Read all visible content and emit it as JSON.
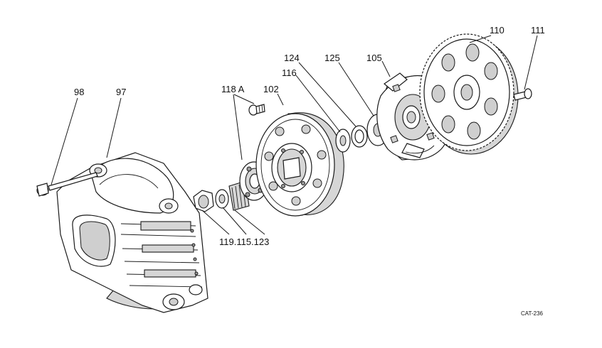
{
  "diagram": {
    "drawing_code": "CAT-236",
    "callouts": {
      "p98": "98",
      "p97": "97",
      "p118a": "118 A",
      "p102": "102",
      "p124": "124",
      "p116": "116",
      "p125": "125",
      "p105": "105",
      "p110": "110",
      "p111": "111",
      "bottom_group": "119.115.123"
    },
    "colors": {
      "line": "#1a1a1a",
      "shade": "#d6d6d6",
      "background": "#ffffff"
    }
  }
}
